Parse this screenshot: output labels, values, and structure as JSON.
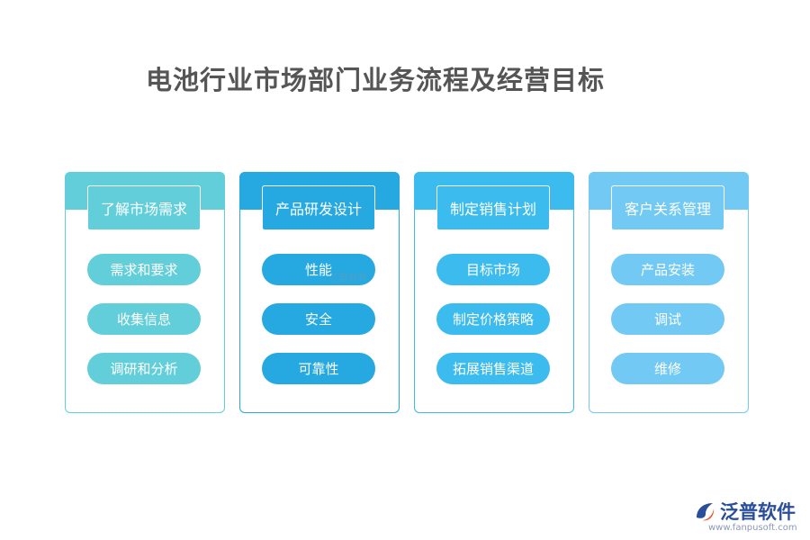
{
  "title": "电池行业市场部门业务流程及经营目标",
  "columns": [
    {
      "header": "了解市场需求",
      "color": "#62ced9",
      "items": [
        "需求和要求",
        "收集信息",
        "调研和分析"
      ]
    },
    {
      "header": "产品研发设计",
      "color": "#26a8e0",
      "items": [
        "性能",
        "安全",
        "可靠性"
      ]
    },
    {
      "header": "制定销售计划",
      "color": "#3bbbee",
      "items": [
        "目标市场",
        "制定价格策略",
        "拓展销售渠道"
      ]
    },
    {
      "header": "客户关系管理",
      "color": "#72c9f3",
      "items": [
        "产品安装",
        "调试",
        "维修"
      ]
    }
  ],
  "watermark": "泛普软件",
  "logo": {
    "text": "泛普软件",
    "url": "www.fanpusoft.com",
    "icon": "fanpu-logo-icon"
  }
}
